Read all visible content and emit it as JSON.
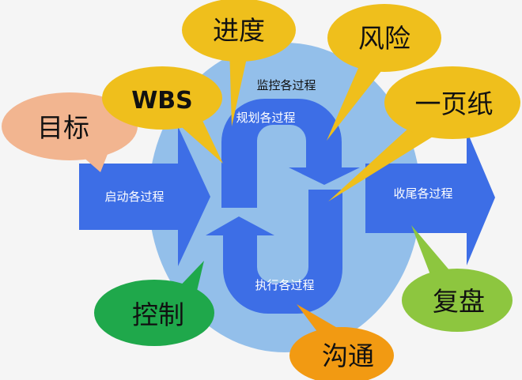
{
  "processes": {
    "initiating": "启动各过程",
    "planning": "规划各过程",
    "executing": "执行各过程",
    "monitoring": "监控各过程",
    "closing": "收尾各过程"
  },
  "callouts": {
    "goal": "目标",
    "wbs": "WBS",
    "schedule": "进度",
    "risk": "风险",
    "one_page": "一页纸",
    "control": "控制",
    "communication": "沟通",
    "review": "复盘"
  },
  "colors": {
    "circle": "#93bfea",
    "arrow": "#3d6ee6",
    "goal": "#f2b590",
    "yellow": "#efbf1c",
    "control": "#1fa84b",
    "communication": "#f29a12",
    "review": "#8dc63f"
  }
}
